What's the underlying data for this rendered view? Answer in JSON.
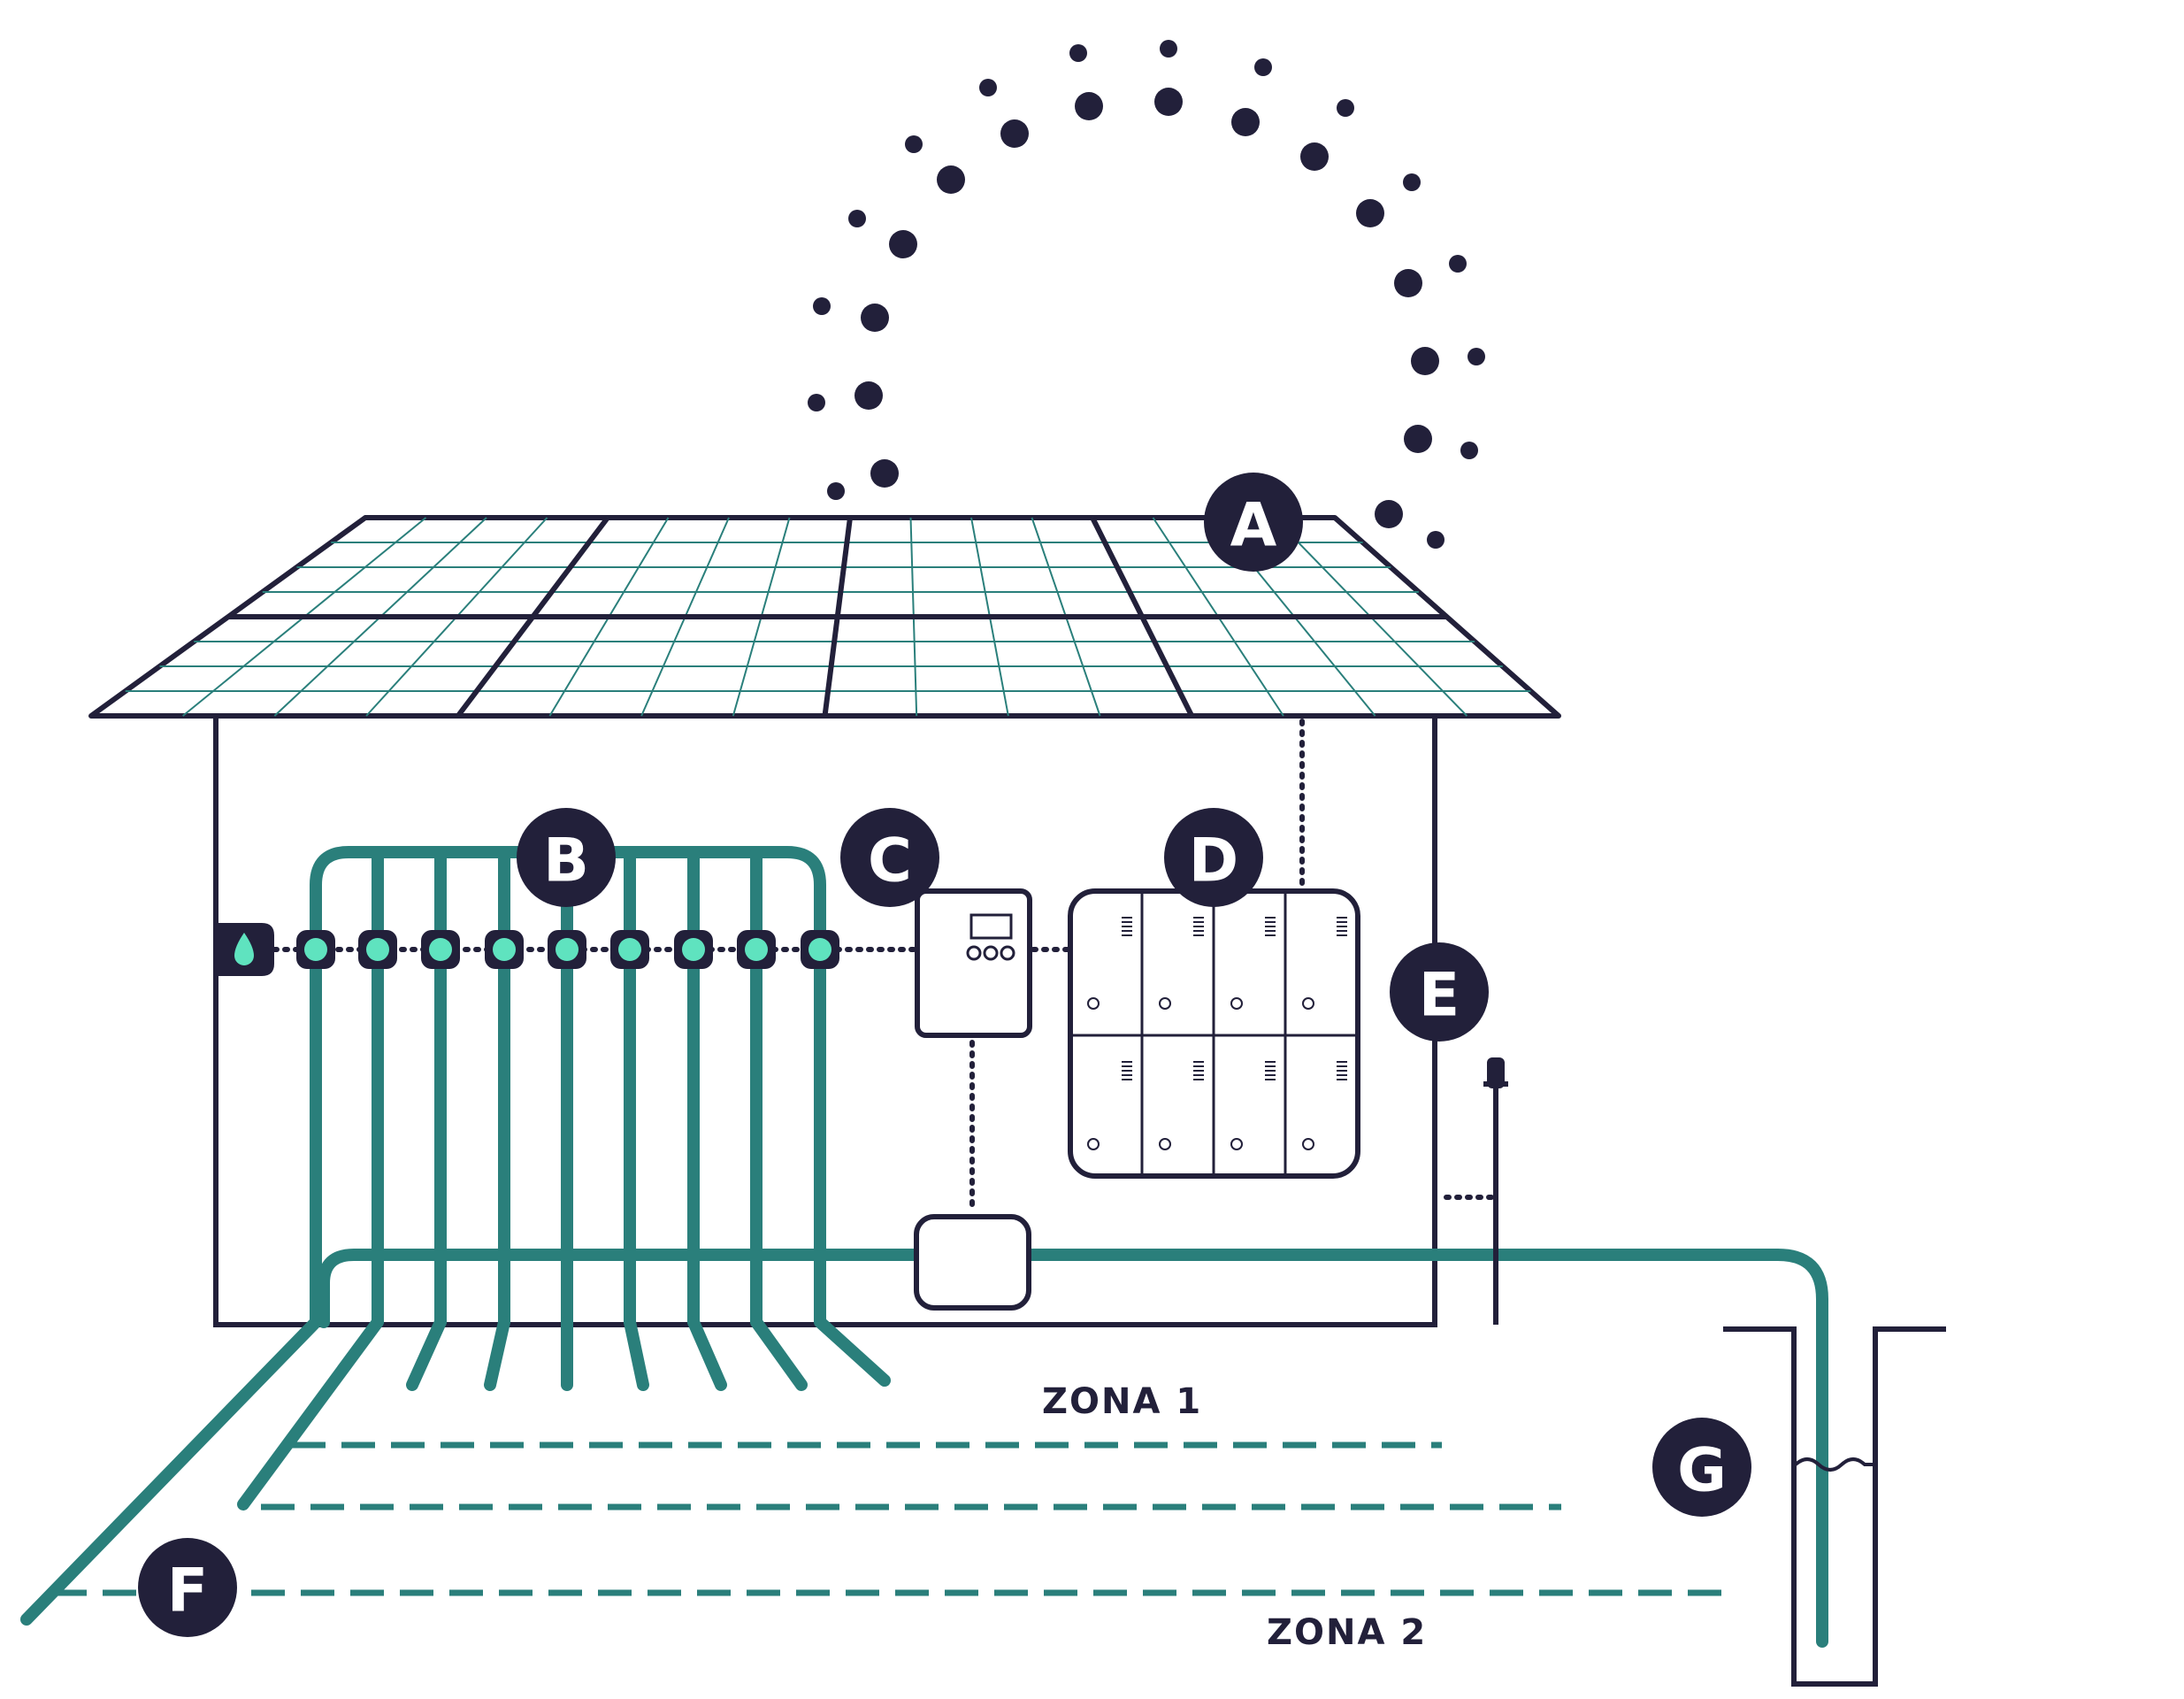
{
  "diagram": {
    "labels": {
      "a": "A",
      "b": "B",
      "c": "C",
      "d": "D",
      "e": "E",
      "f": "F",
      "g": "G"
    },
    "zones": {
      "zone1": "ZONA 1",
      "zone2": "ZONA 2"
    },
    "colors": {
      "ink": "#22203a",
      "teal": "#2a7f7b",
      "mint": "#5fe3bf",
      "background": "#ffffff"
    },
    "icons": [
      "water-drop-icon",
      "sun-icon",
      "solar-panel-icon",
      "controller-icon",
      "battery-icon",
      "sensor-icon",
      "well-icon"
    ]
  }
}
